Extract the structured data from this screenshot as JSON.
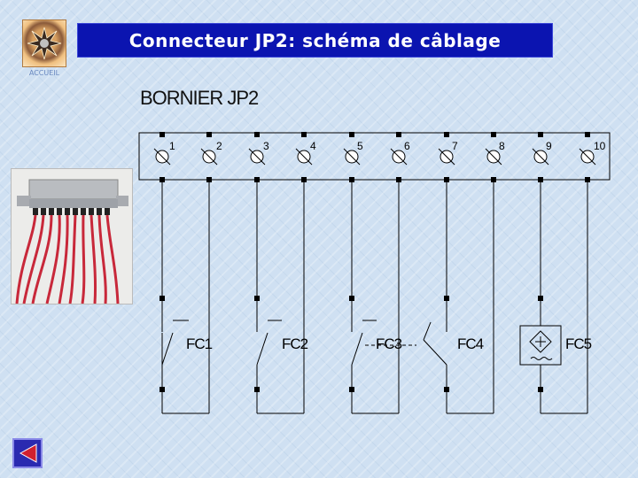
{
  "header": {
    "title": "Connecteur JP2: schéma de câblage",
    "logo_caption": "ACCUEIL"
  },
  "diagram": {
    "heading": "BORNIER JP2",
    "terminals": [
      "1",
      "2",
      "3",
      "4",
      "5",
      "6",
      "7",
      "8",
      "9",
      "10"
    ],
    "devices": [
      "FC1",
      "FC2",
      "FC3",
      "FC4",
      "FC5"
    ]
  },
  "photo": {
    "subject": "connector-with-red-wires"
  },
  "navigation": {
    "back_icon": "triangle-back-icon",
    "accent_color": "#2a2ab0"
  },
  "colors": {
    "title_bar": "#0b14b0",
    "background": "#cfe0f2"
  }
}
